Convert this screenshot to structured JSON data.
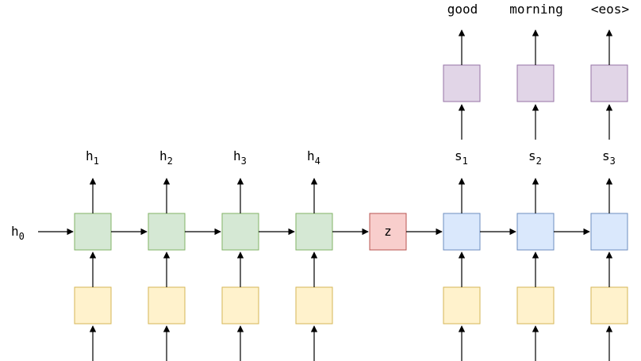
{
  "input_label": "h",
  "input_subscript": "0",
  "latent_label": "z",
  "encoder": {
    "hidden_labels": [
      {
        "base": "h",
        "sub": "1"
      },
      {
        "base": "h",
        "sub": "2"
      },
      {
        "base": "h",
        "sub": "3"
      },
      {
        "base": "h",
        "sub": "4"
      }
    ]
  },
  "decoder": {
    "state_labels": [
      {
        "base": "s",
        "sub": "1"
      },
      {
        "base": "s",
        "sub": "2"
      },
      {
        "base": "s",
        "sub": "3"
      }
    ],
    "output_tokens": [
      "good",
      "morning",
      "<eos>"
    ]
  },
  "colors": {
    "encoder_fill": "#d5e8d4",
    "encoder_stroke": "#82b366",
    "embedding_fill": "#fff2cc",
    "embedding_stroke": "#d6b656",
    "latent_fill": "#f8cecc",
    "latent_stroke": "#b85450",
    "decoder_fill": "#dae8fc",
    "decoder_stroke": "#6c8ebf",
    "output_fill": "#e1d5e7",
    "output_stroke": "#9673a6"
  }
}
